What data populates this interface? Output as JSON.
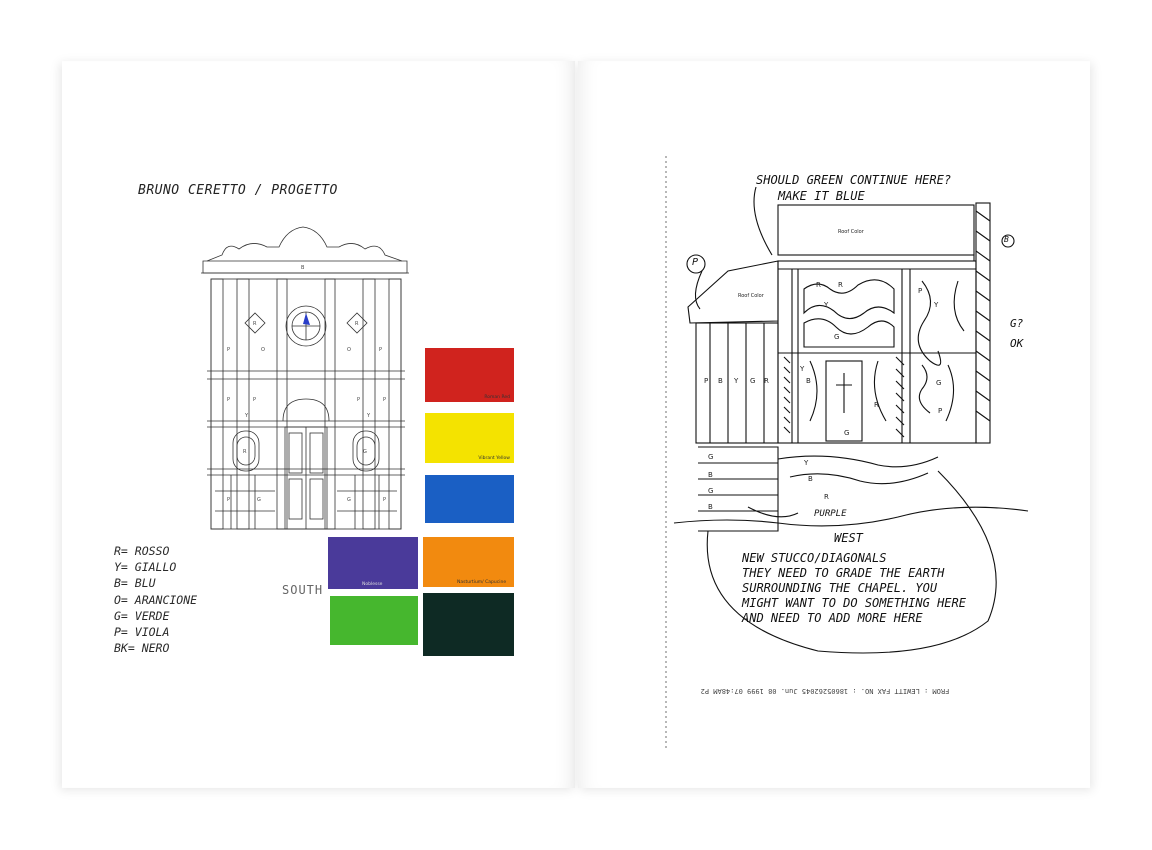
{
  "left_page": {
    "title": "BRUNO CERETTO / PROGETTO",
    "legend": [
      "R= ROSSO",
      "Y= GIALLO",
      "B= BLU",
      "O= ARANCIONE",
      "G= VERDE",
      "P= VIOLA",
      "BK= NERO"
    ],
    "south_label": "SOUTH",
    "swatches": [
      {
        "name": "red",
        "color": "#d0231e",
        "label": "Roman Red"
      },
      {
        "name": "yellow",
        "color": "#f4e300",
        "label": "Vibrant Yellow"
      },
      {
        "name": "blue",
        "color": "#1a5fc4",
        "label": ""
      },
      {
        "name": "purple",
        "color": "#4a3a9a",
        "label": "Noblesse"
      },
      {
        "name": "orange",
        "color": "#f28a0f",
        "label": "Nasturtium/ Capucine"
      },
      {
        "name": "green",
        "color": "#46b72e",
        "label": ""
      },
      {
        "name": "black",
        "color": "#0e2a24",
        "label": ""
      }
    ]
  },
  "right_page": {
    "fax_header": "",
    "annotation_top_1": "SHOULD GREEN CONTINUE HERE?",
    "annotation_top_2": "MAKE IT BLUE",
    "label_p": "P",
    "label_b": "B",
    "label_g": "G?",
    "label_ok": "OK",
    "label_purple": "PURPLE",
    "label_west": "WEST",
    "note_lines": [
      "NEW STUCCO/DIAGONALS",
      "THEY NEED TO GRADE THE EARTH",
      "SURROUNDING THE CHAPEL. YOU",
      "MIGHT WANT TO DO SOMETHING HERE",
      "AND NEED TO ADD MORE HERE"
    ],
    "fax_footer": "FROM : LEWITT     FAX NO. : 18605262045     Jun. 08 1999 07:48AM P2"
  }
}
